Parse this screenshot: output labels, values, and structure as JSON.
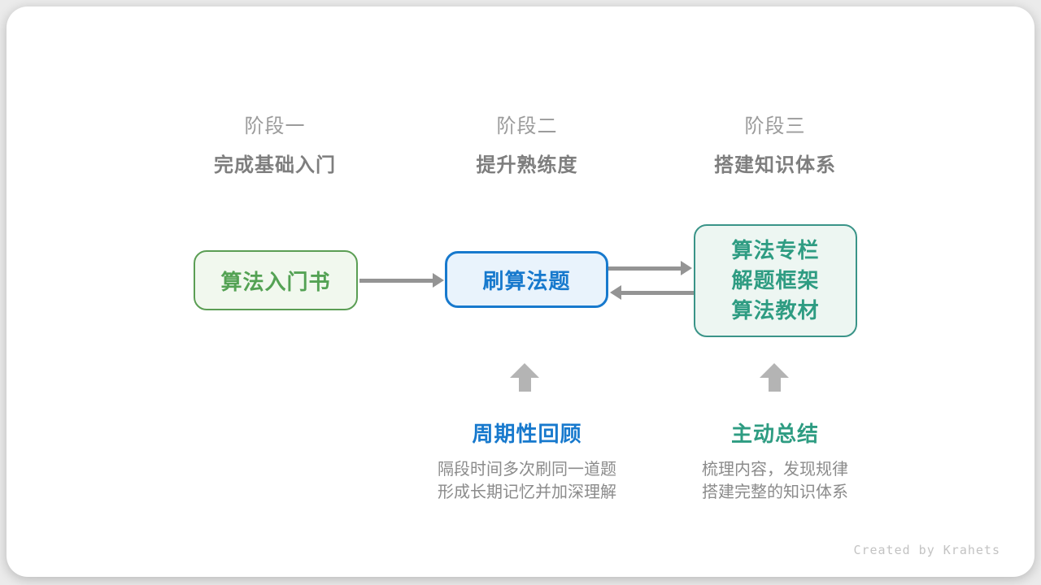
{
  "watermark": "Created by Krahets",
  "stages": [
    {
      "label": "阶段一",
      "subtitle": "完成基础入门"
    },
    {
      "label": "阶段二",
      "subtitle": "提升熟练度"
    },
    {
      "label": "阶段三",
      "subtitle": "搭建知识体系"
    }
  ],
  "nodes": [
    {
      "lines": [
        "算法入门书"
      ]
    },
    {
      "lines": [
        "刷算法题"
      ]
    },
    {
      "lines": [
        "算法专栏",
        "解题框架",
        "算法教材"
      ]
    }
  ],
  "annotations": [
    {
      "title": "周期性回顾",
      "lines": [
        "隔段时间多次刷同一道题",
        "形成长期记忆并加深理解"
      ]
    },
    {
      "title": "主动总结",
      "lines": [
        "梳理内容，发现规律",
        "搭建完整的知识体系"
      ]
    }
  ],
  "colors": {
    "page_bg": "#ebebeb",
    "card_bg": "#ffffff",
    "stage_label": "#9b9b9b",
    "stage_subtitle": "#7e7e7e",
    "green_border": "#5b9e54",
    "green_text": "#54a254",
    "green_fill": "#f1f8ee",
    "blue_border": "#1779cd",
    "blue_text": "#1779cd",
    "blue_fill": "#e9f3fc",
    "teal_border": "#3a9488",
    "teal_text": "#2e9c82",
    "teal_fill": "#edf6f2",
    "arrow": "#949494",
    "up_arrow": "#b4b4b4",
    "desc_text": "#8b8b8b",
    "watermark": "#c3c3c3"
  }
}
